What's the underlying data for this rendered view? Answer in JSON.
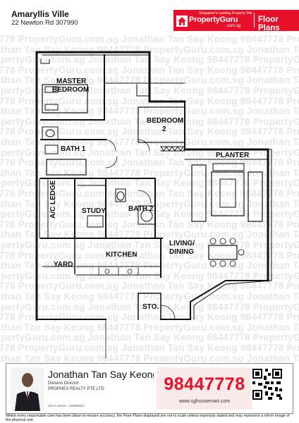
{
  "header": {
    "title": "Amaryllis Ville",
    "address": "22 Newton Rd 307990"
  },
  "brand": {
    "tagline": "Singapore's Leading Property Site",
    "name": "PropertyGuru",
    "domain": ".com.sg",
    "section_label": "Floor Plans",
    "color": "#e6102a"
  },
  "watermark": {
    "lines": [
      "98447778 PropertyGuru.com.sg Jonathan Tan Say Keong 98447778 PropertyGuru",
      "Jonathan Tan Say Keong 98447778 PropertyGuru.com.sg Jonathan Tan Say Keong 9",
      "PropertyGuru.com.sg Jonathan Tan Say Keong 98447778 PropertyGuru.com.sg Jona"
    ]
  },
  "floor_plan": {
    "rooms": {
      "master_bedroom_1": "MASTER",
      "master_bedroom_2": "BEDROOM",
      "bedroom2_1": "BEDROOM",
      "bedroom2_2": "2",
      "bath1": "BATH 1",
      "planter": "PLANTER",
      "ac_ledge": "A/C LEDGE",
      "study": "STUDY",
      "bath2": "BATH 2",
      "yard": "YARD",
      "kitchen": "KITCHEN",
      "living_dining_1": "LIVING/",
      "living_dining_2": "DINING",
      "store": "STO."
    }
  },
  "agent": {
    "name": "Jonathan Tan Say Keong",
    "role": "Division Director",
    "company": "PROPNEX REALTY PTE LTD",
    "cea": "CEA Licence : L3008022J",
    "phone": "98447778",
    "website": "www.sghousemart.com"
  },
  "disclaimer": "Whilst every reasonable care has been taken to ensure accuracy, the Floor Plans displayed are not to scale unless expressly stated and may represent a mirror image of the physical unit."
}
